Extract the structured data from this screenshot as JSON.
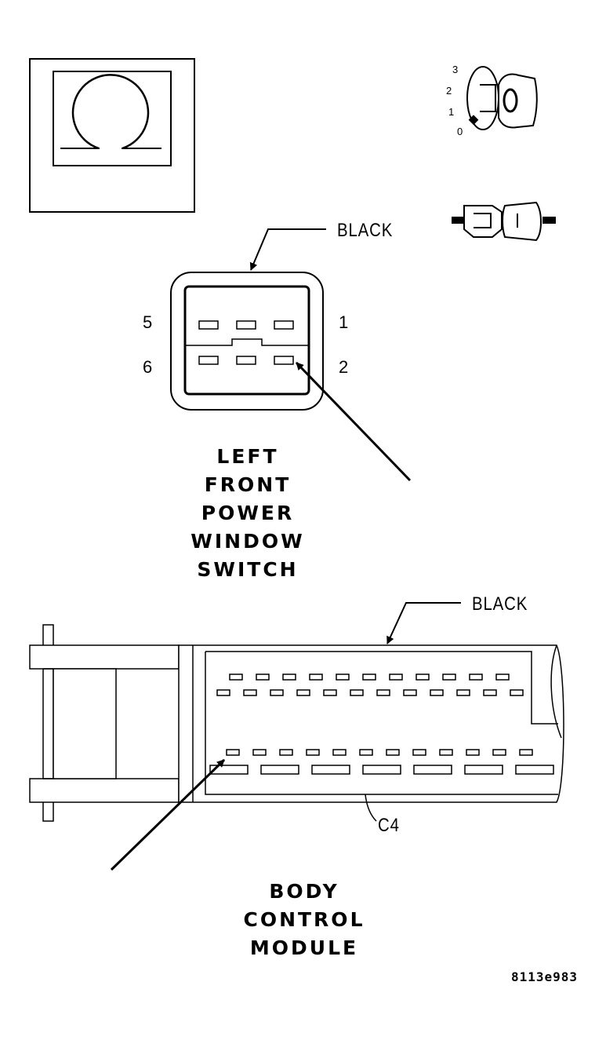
{
  "ohmmeter": {
    "symbol": "Ω"
  },
  "ignition": {
    "positions": [
      "3",
      "2",
      "1",
      "0"
    ],
    "key_glyph": "O"
  },
  "switch_connector": {
    "color_label": "BLACK",
    "pins_left": [
      "5",
      "6"
    ],
    "pins_right": [
      "1",
      "2"
    ],
    "title_lines": [
      "LEFT",
      "FRONT",
      "POWER",
      "WINDOW",
      "SWITCH"
    ]
  },
  "bcm_connector": {
    "color_label": "BLACK",
    "connector_id": "C4",
    "title_lines": [
      "BODY",
      "CONTROL",
      "MODULE"
    ]
  },
  "figure_ref": "8113e983"
}
